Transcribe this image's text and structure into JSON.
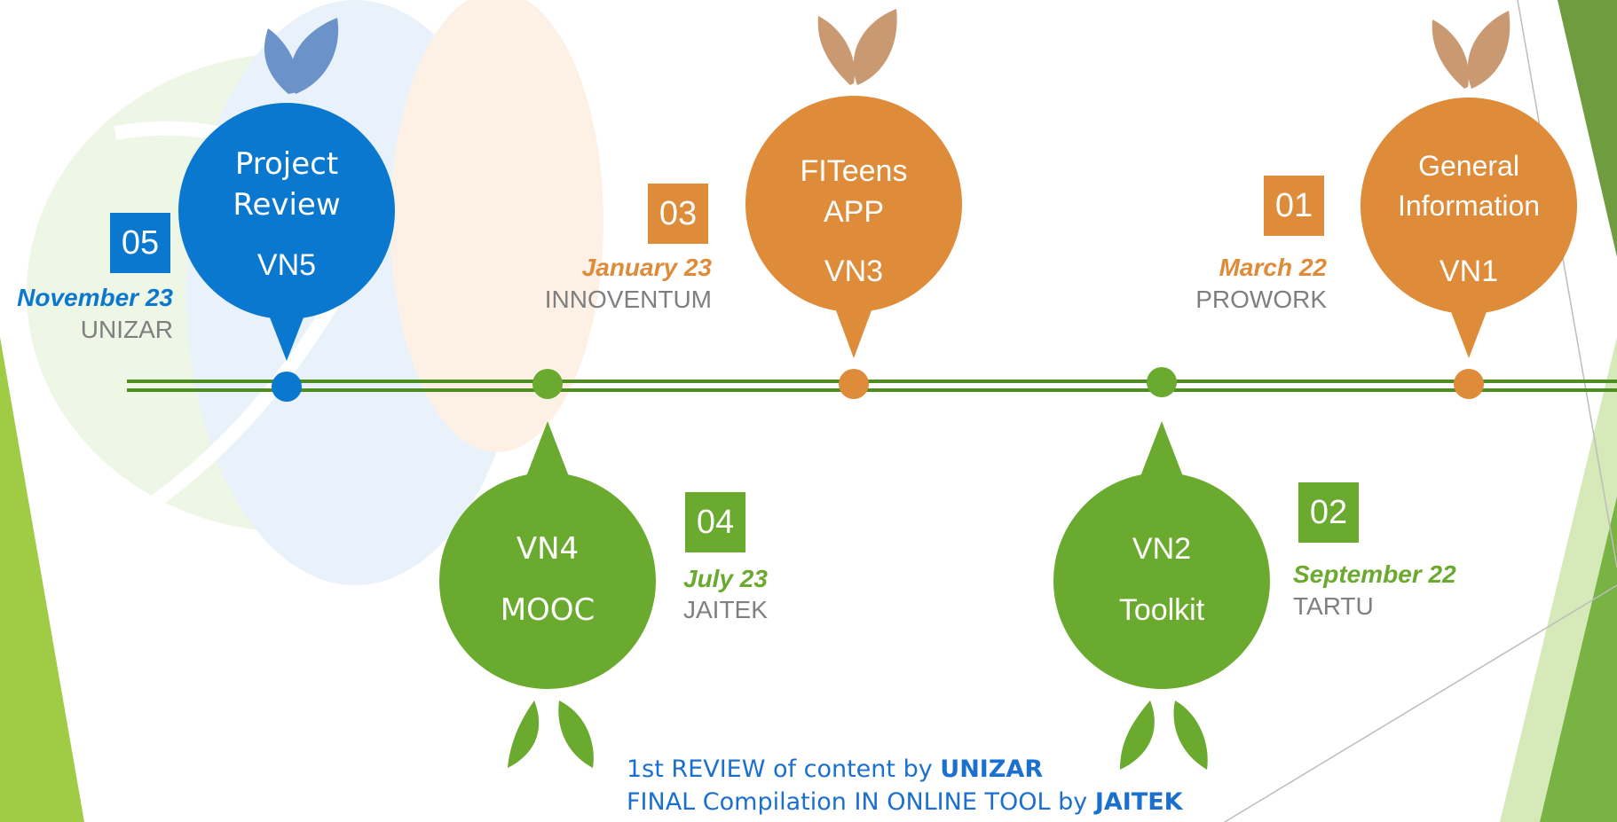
{
  "colors": {
    "blue": "#0b78d0",
    "orange": "#de8b3a",
    "green": "#6aaa2e",
    "timeline": "#4e8d1f",
    "leaf_blue": "#6b93c9",
    "leaf_brown": "#c99a72",
    "leaf_green": "#6aaa2e",
    "note_blue": "#1a6fcf"
  },
  "milestones": [
    {
      "id": "vn5",
      "badge": "05",
      "date": "November 23",
      "org": "UNIZAR",
      "title_line1": "Project",
      "title_line2": "Review",
      "code": "VN5",
      "color": "blue",
      "position": "above"
    },
    {
      "id": "vn4",
      "badge": "04",
      "date": "July 23",
      "org": "JAITEK",
      "title_line1": "VN4",
      "title_line2": "MOOC",
      "code": "",
      "color": "green",
      "position": "below"
    },
    {
      "id": "vn3",
      "badge": "03",
      "date": "January 23",
      "org": "INNOVENTUM",
      "title_line1": "FITeens",
      "title_line2": "APP",
      "code": "VN3",
      "color": "orange",
      "position": "above"
    },
    {
      "id": "vn2",
      "badge": "02",
      "date": "September 22",
      "org": "TARTU",
      "title_line1": "VN2",
      "title_line2": "Toolkit",
      "code": "",
      "color": "green",
      "position": "below"
    },
    {
      "id": "vn1",
      "badge": "01",
      "date": "March 22",
      "org": "PROWORK",
      "title_line1": "General",
      "title_line2": "Information",
      "code": "VN1",
      "color": "orange",
      "position": "above"
    }
  ],
  "note": {
    "line1_prefix": "1st REVIEW of content by ",
    "line1_bold": "UNIZAR",
    "line2_prefix": "FINAL Compilation IN ONLINE TOOL by ",
    "line2_bold": "JAITEK"
  }
}
